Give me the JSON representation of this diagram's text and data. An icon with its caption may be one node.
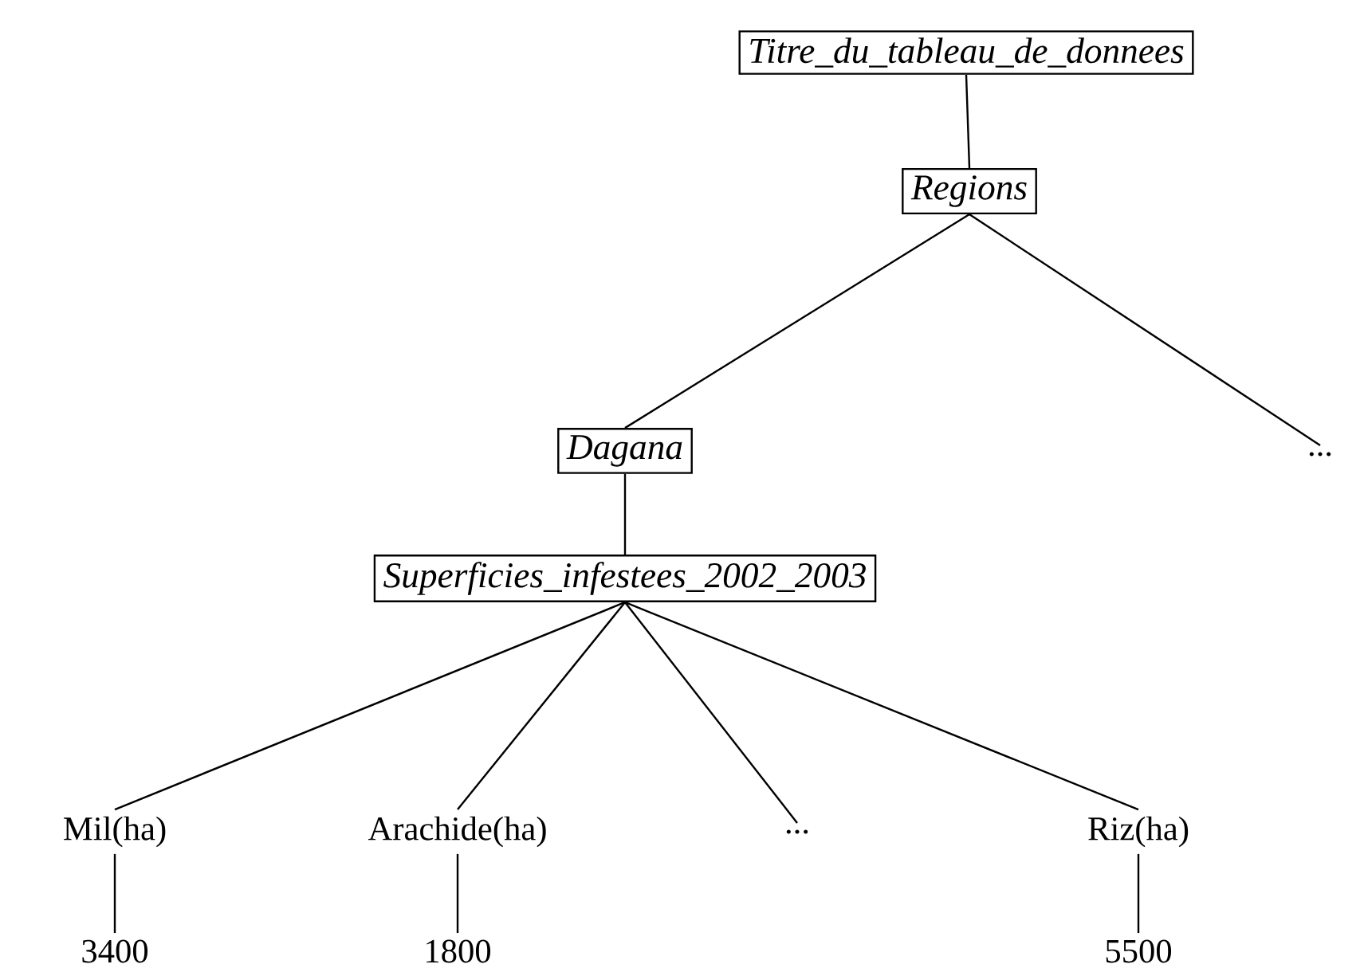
{
  "diagram": {
    "nodes": [
      {
        "text": [
          "Titre_du_tableau_de_donnees"
        ]
      },
      {
        "text": [
          "Regions"
        ]
      },
      {
        "text": [
          "Dagana"
        ]
      },
      {
        "text": [
          "..."
        ]
      },
      {
        "text": [
          "Superficies_infestees_2002_2003"
        ]
      },
      {
        "text": [
          "Mil(ha)"
        ]
      },
      {
        "text": [
          "Arachide(ha)"
        ]
      },
      {
        "text": [
          "..."
        ]
      },
      {
        "text": [
          "Riz(ha)"
        ]
      },
      {
        "text": [
          "3400"
        ]
      },
      {
        "text": [
          "1800"
        ]
      },
      {
        "text": [
          "5500"
        ]
      }
    ],
    "edges": [
      {
        "from": 0,
        "to": 1,
        "arrow": "none"
      },
      {
        "from": 1,
        "to": 2,
        "arrow": "none"
      },
      {
        "from": 1,
        "to": 3,
        "arrow": "none"
      },
      {
        "from": 2,
        "to": 4,
        "arrow": "none"
      },
      {
        "from": 4,
        "to": 5,
        "arrow": "none"
      },
      {
        "from": 4,
        "to": 6,
        "arrow": "none"
      },
      {
        "from": 4,
        "to": 7,
        "arrow": "none"
      },
      {
        "from": 4,
        "to": 8,
        "arrow": "none"
      },
      {
        "from": 5,
        "to": 9,
        "arrow": "none"
      },
      {
        "from": 6,
        "to": 10,
        "arrow": "none"
      },
      {
        "from": 8,
        "to": 11,
        "arrow": "none"
      }
    ]
  }
}
